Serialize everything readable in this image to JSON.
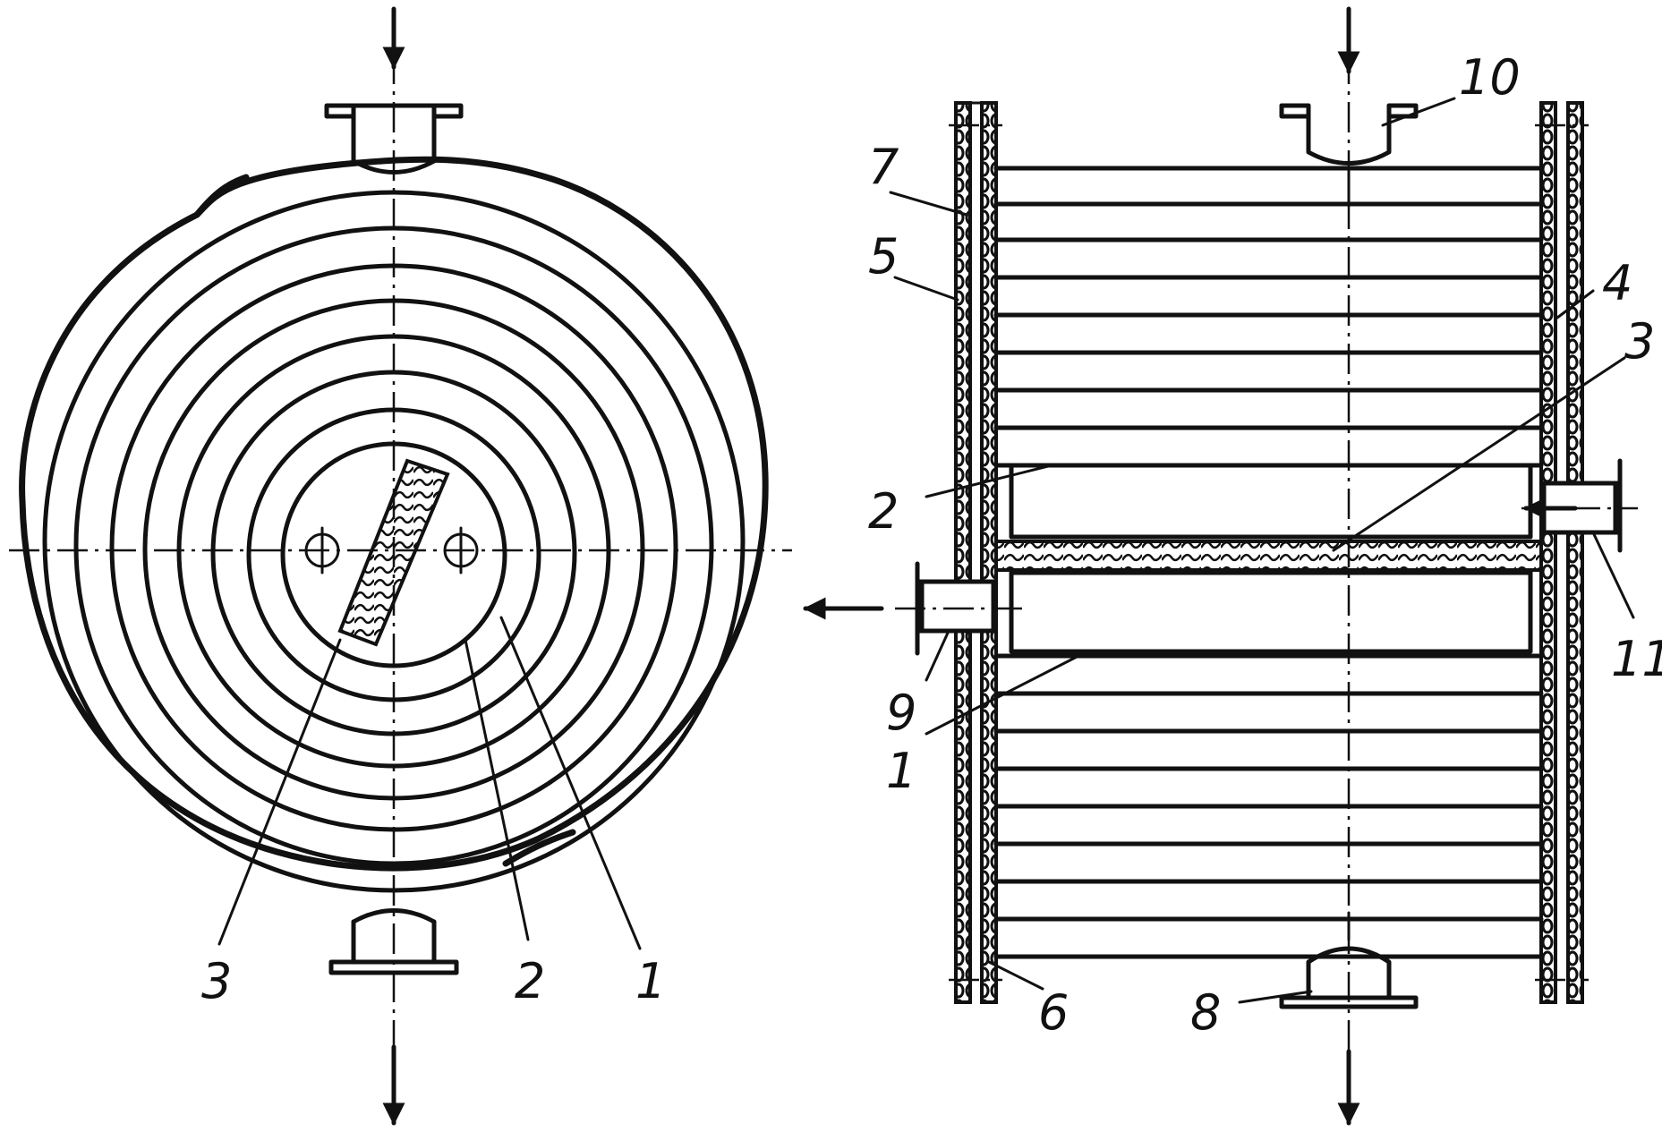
{
  "colors": {
    "ink": "#111111",
    "paper": "#ffffff"
  },
  "spiral_view": {
    "callouts": [
      "3",
      "2",
      "1"
    ]
  },
  "section_view": {
    "callouts": [
      "10",
      "7",
      "5",
      "4",
      "3",
      "2",
      "9",
      "1",
      "11",
      "6",
      "8"
    ]
  }
}
